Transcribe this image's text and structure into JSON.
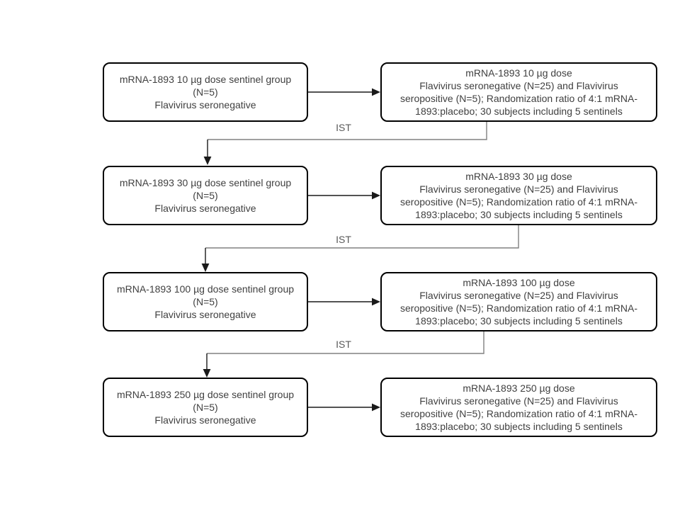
{
  "diagram": {
    "title_semantic": "mRNA-1893 dose-escalation study flow",
    "colors": {
      "background": "#ffffff",
      "box_fill": "#ffffff",
      "box_border": "#000000",
      "text": "#404040",
      "connector_gray": "#808080",
      "arrow_black": "#1a1a1a",
      "ist_text": "#595959"
    },
    "rows": [
      {
        "sentinel_lines": [
          "mRNA-1893 10 µg dose sentinel group",
          "(N=5)",
          "Flavivirus seronegative"
        ],
        "expansion_lines": [
          "mRNA-1893 10 µg dose",
          "Flavivirus seronegative (N=25) and Flavivirus",
          "seropositive (N=5); Randomization ratio of 4:1 mRNA-",
          "1893:placebo; 30 subjects including 5 sentinels"
        ]
      },
      {
        "sentinel_lines": [
          "mRNA-1893 30 µg dose sentinel group",
          "(N=5)",
          "Flavivirus seronegative"
        ],
        "expansion_lines": [
          "mRNA-1893 30 µg dose",
          "Flavivirus seronegative (N=25) and Flavivirus",
          "seropositive (N=5); Randomization ratio of 4:1 mRNA-",
          "1893:placebo; 30 subjects including 5 sentinels"
        ]
      },
      {
        "sentinel_lines": [
          "mRNA-1893 100 µg dose sentinel group",
          "(N=5)",
          "Flavivirus seronegative"
        ],
        "expansion_lines": [
          "mRNA-1893 100 µg dose",
          "Flavivirus seronegative (N=25) and Flavivirus",
          "seropositive (N=5); Randomization ratio of 4:1 mRNA-",
          "1893:placebo; 30 subjects including 5 sentinels"
        ]
      },
      {
        "sentinel_lines": [
          "mRNA-1893 250 µg dose sentinel group",
          "(N=5)",
          "Flavivirus seronegative"
        ],
        "expansion_lines": [
          "mRNA-1893 250 µg dose",
          "Flavivirus seronegative (N=25) and Flavivirus",
          "seropositive (N=5); Randomization ratio of 4:1 mRNA-",
          "1893:placebo; 30 subjects including 5 sentinels"
        ]
      }
    ],
    "connectors": [
      {
        "label": "IST"
      },
      {
        "label": "IST"
      },
      {
        "label": "IST"
      }
    ]
  }
}
